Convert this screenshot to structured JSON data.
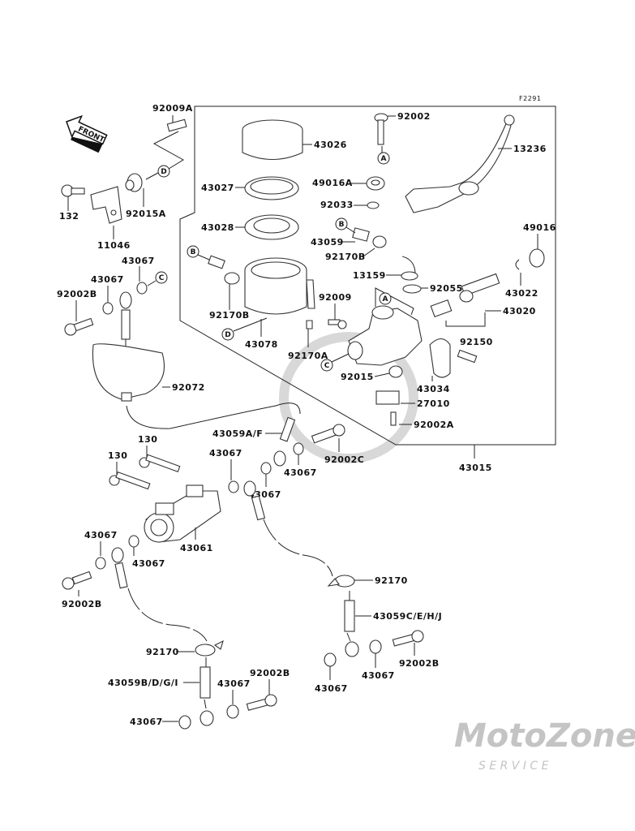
{
  "diagram": {
    "figure_code": "F2291",
    "front_arrow_label": "FRONT",
    "watermark": {
      "brand": "MotoZone",
      "sub": "S E R V I C E"
    },
    "callouts": {
      "A": "A",
      "B": "B",
      "C": "C",
      "D": "D"
    },
    "group_assembly_label": "43015",
    "labels": {
      "p92009A": "92009A",
      "p92015A": "92015A",
      "p132": "132",
      "p11046": "11046",
      "p43067_a": "43067",
      "p43067_b": "43067",
      "p92002B_a": "92002B",
      "p92072": "92072",
      "p43026": "43026",
      "p43027": "43027",
      "p43028": "43028",
      "p92170B_left": "92170B",
      "p43078": "43078",
      "p92170A": "92170A",
      "p92009": "92009",
      "p92002": "92002",
      "p49016A": "49016A",
      "p92033": "92033",
      "p43059": "43059",
      "p92170B_right": "92170B",
      "p13159": "13159",
      "p92055": "92055",
      "p13236": "13236",
      "p49016": "49016",
      "p43022": "43022",
      "p43020": "43020",
      "p92150": "92150",
      "p92015": "92015",
      "p43034": "43034",
      "p27010": "27010",
      "p92002A": "92002A",
      "p43059AF": "43059A/F",
      "p92002C": "92002C",
      "p43067_c": "43067",
      "p43067_d": "43067",
      "p43067_e": "43067",
      "p130_a": "130",
      "p130_b": "130",
      "p43061": "43061",
      "p43067_f": "43067",
      "p43067_g": "43067",
      "p92002B_b": "92002B",
      "p92170_right": "92170",
      "p43059CEHJ": "43059C/E/H/J",
      "p43067_h": "43067",
      "p43067_i": "43067",
      "p92002B_c": "92002B",
      "p92170_left": "92170",
      "p43059BDGI": "43059B/D/G/I",
      "p43067_j": "43067",
      "p92002B_d": "92002B",
      "p43067_k": "43067"
    }
  }
}
